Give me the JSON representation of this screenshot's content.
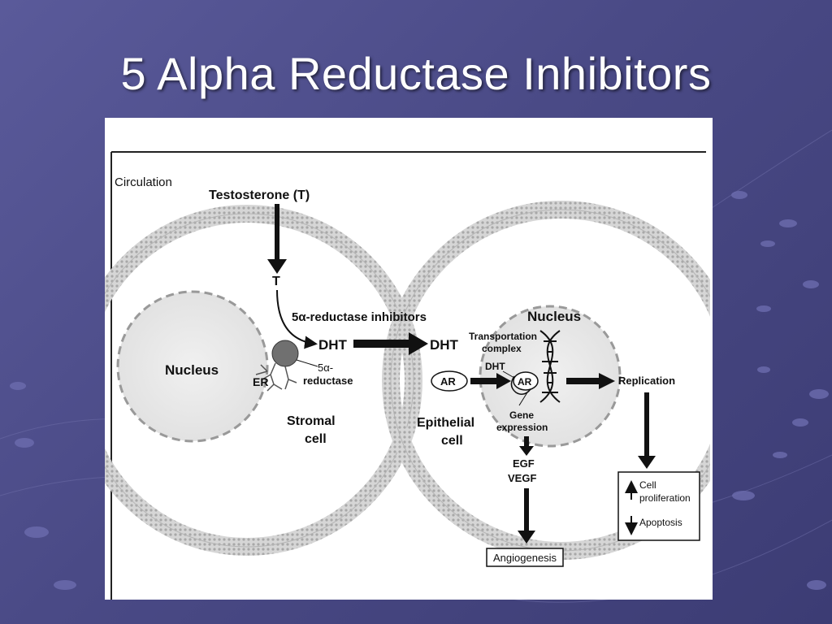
{
  "slide": {
    "title": "5 Alpha Reductase Inhibitors"
  },
  "diagram": {
    "circulation": "Circulation",
    "testosterone": "Testosterone (T)",
    "t": "T",
    "inhibitors": "5α-reductase inhibitors",
    "dht_stromal": "DHT",
    "dht_epithelial": "DHT",
    "nucleus_stromal": "Nucleus",
    "nucleus_epithelial": "Nucleus",
    "er": "ER",
    "reductase_line1": "5α-",
    "reductase_line2": "reductase",
    "stromal_line1": "Stromal",
    "stromal_line2": "cell",
    "epithelial_line1": "Epithelial",
    "epithelial_line2": "cell",
    "ar": "AR",
    "ar_bound": "AR",
    "transport_line1": "Transportation",
    "transport_line2": "complex",
    "dht_small": "DHT",
    "gene_line1": "Gene",
    "gene_line2": "expression",
    "egf": "EGF",
    "vegf": "VEGF",
    "angiogenesis": "Angiogenesis",
    "replication": "Replication",
    "cell_line1": "Cell",
    "cell_line2": "proliferation",
    "apoptosis": "Apoptosis"
  },
  "colors": {
    "background": "#4a4a86",
    "title": "#ffffff",
    "membrane": "#c8c8c8",
    "ink": "#111111"
  }
}
